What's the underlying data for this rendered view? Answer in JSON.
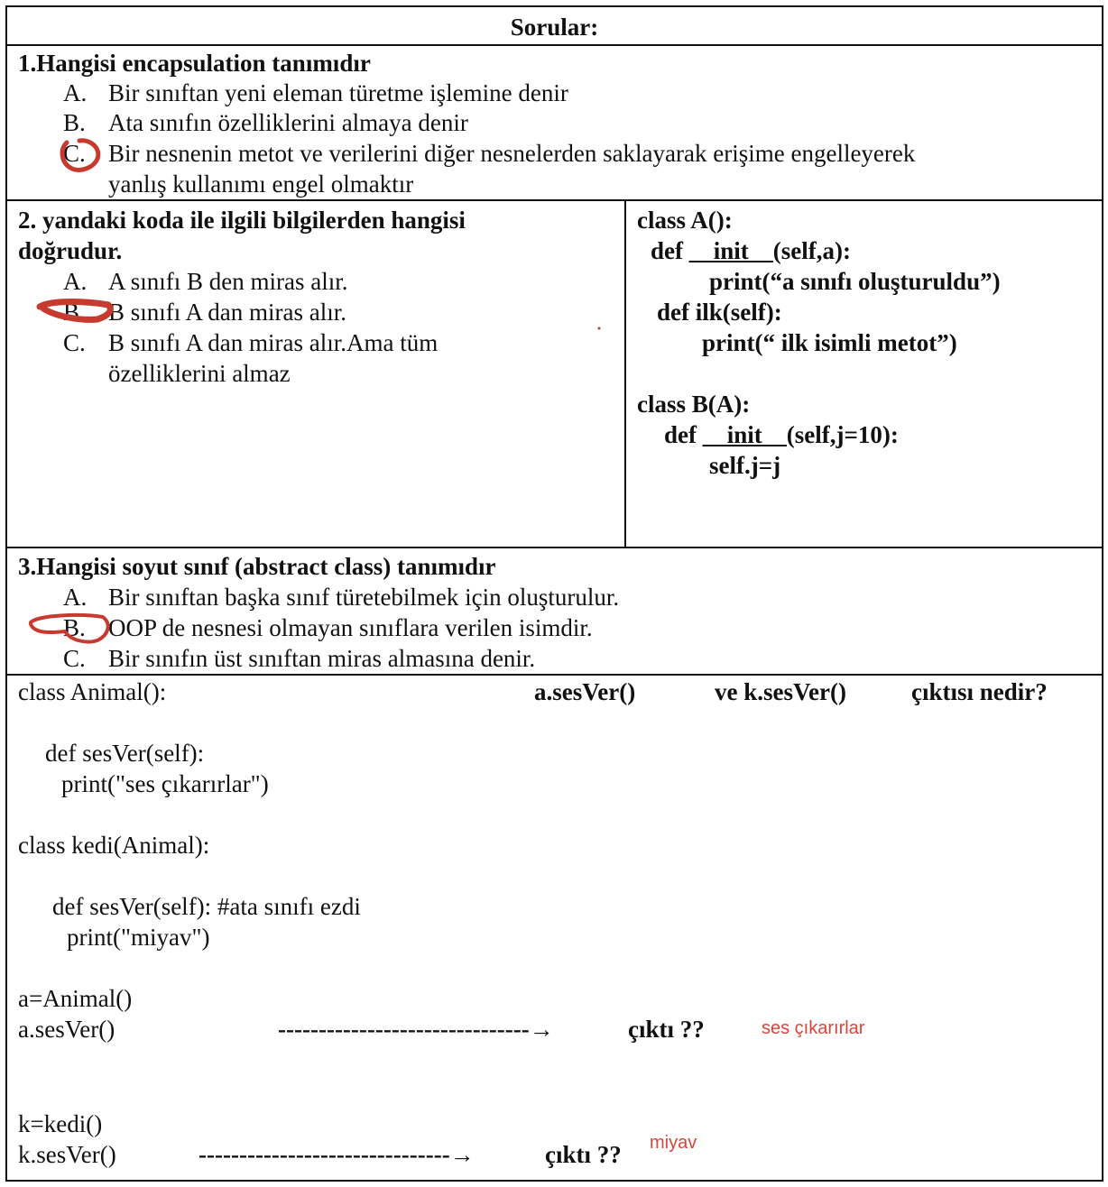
{
  "header": {
    "title": "Sorular:"
  },
  "q1": {
    "title": "1.Hangisi encapsulation tanımıdır",
    "options": [
      {
        "letter": "A.",
        "text": "Bir sınıftan yeni eleman türetme işlemine denir"
      },
      {
        "letter": "B.",
        "text": "Ata sınıfın özelliklerini almaya denir"
      },
      {
        "letter": "C.",
        "text": "Bir nesnenin metot ve verilerini diğer nesnelerden saklayarak erişime engelleyerek",
        "text2": "yanlış kullanımı engel olmaktır"
      }
    ]
  },
  "q2": {
    "title1": "2. yandaki koda ile ilgili bilgilerden hangisi",
    "title2": "doğrudur.",
    "options": [
      {
        "letter": "A.",
        "text": "A sınıfı B den miras alır."
      },
      {
        "letter": "B.",
        "text": "B sınıfı A dan miras alır."
      },
      {
        "letter": "C.",
        "text": "B sınıfı A dan miras alır.Ama tüm",
        "text2": "özelliklerini almaz"
      }
    ],
    "code": {
      "l1": "class A():",
      "l2a": "def ",
      "l2b": "__init__",
      "l2c": "(self,a):",
      "l3": "print(“a sınıfı oluşturuldu”)",
      "l4": "def  ilk(self):",
      "l5": "print(“ ilk isimli metot”)",
      "l6": "class B(A):",
      "l7a": "def ",
      "l7b": "__init__",
      "l7c": "(self,j=10):",
      "l8": "self.j=j"
    }
  },
  "q3": {
    "title": "3.Hangisi soyut sınıf (abstract class) tanımıdır",
    "options": [
      {
        "letter": "A.",
        "text": "Bir sınıftan başka sınıf türetebilmek için oluşturulur."
      },
      {
        "letter": "B.",
        "text": "OOP de nesnesi olmayan sınıflara verilen isimdir."
      },
      {
        "letter": "C.",
        "text": "Bir sınıfın üst sınıftan miras almasına denir."
      }
    ]
  },
  "q4": {
    "code": [
      "class Animal():",
      "def sesVer(self):",
      "print(\"ses çıkarırlar\")",
      "class kedi(Animal):",
      "def sesVer(self):  #ata sınıfı ezdi",
      "print(\"miyav\")",
      "a=Animal()",
      "a.sesVer()",
      "k=kedi()",
      "k.sesVer()"
    ],
    "question": {
      "a": "a.sesVer()",
      "b": "ve k.sesVer()",
      "c": "çıktısı nedir?"
    },
    "arrow1": "-------------------------------→",
    "arrow2": "-------------------------------→",
    "out_label": "çıktı ??",
    "answers": {
      "a": "ses çıkarırlar",
      "k": "miyav"
    }
  },
  "colors": {
    "ink": "#111111",
    "handwriting": "#d9453a",
    "annotation": "#c73a2f"
  }
}
